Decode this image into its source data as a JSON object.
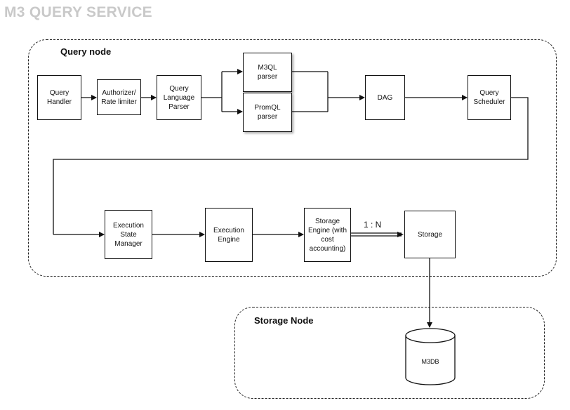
{
  "title": "M3 QUERY SERVICE",
  "query_node": {
    "label": "Query node",
    "boxes": {
      "query_handler": "Query\nHandler",
      "authorizer": "Authorizer/\nRate limiter",
      "language_parser": "Query\nLanguage\nParser",
      "m3ql_parser": "M3QL\nparser",
      "promql_parser": "PromQL\nparser",
      "dag": "DAG",
      "query_scheduler": "Query\nScheduler",
      "execution_state_manager": "Execution\nState\nManager",
      "execution_engine": "Execution\nEngine",
      "storage_engine": "Storage\nEngine (with\ncost\naccounting)",
      "storage": "Storage"
    },
    "ratio_label": "1 : N"
  },
  "storage_node": {
    "label": "Storage Node",
    "database": "M3DB"
  }
}
